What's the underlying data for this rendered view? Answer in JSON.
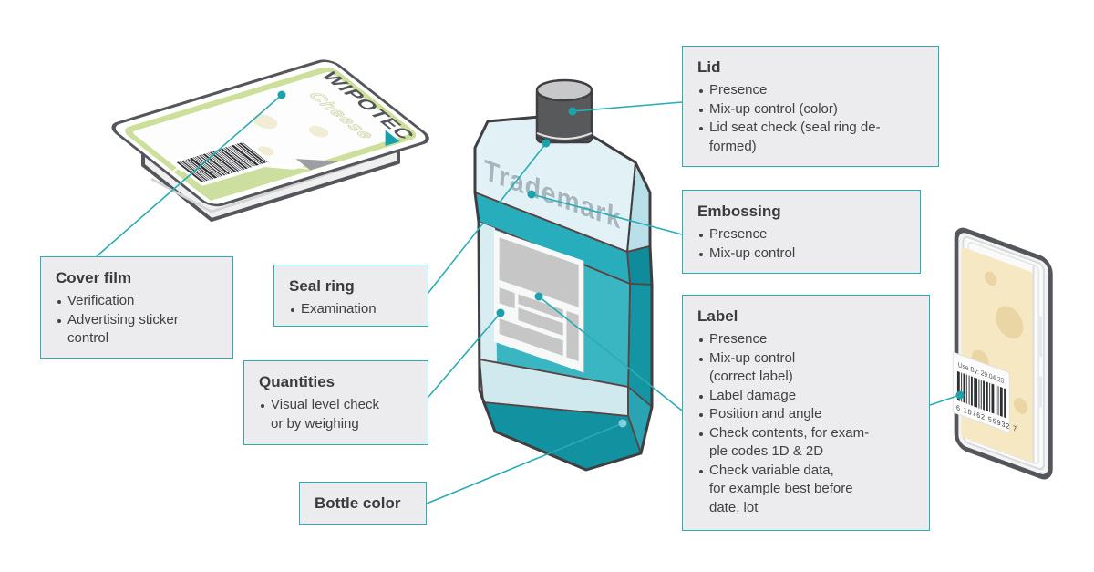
{
  "colors": {
    "accent": "#29acb4",
    "box_bg": "#ececee",
    "text": "#414042",
    "bottle_teal": "#3ab6c3",
    "bottle_dark_teal": "#1291a1",
    "bottle_light": "#e2f1f5",
    "cap_gray": "#58595b",
    "tray_green": "#ccdf9b",
    "cheese_yellow": "#f6e8c3"
  },
  "callouts": {
    "cover_film": {
      "title": "Cover film",
      "bullets": [
        "Verification",
        "Advertising sticker\ncontrol"
      ]
    },
    "seal_ring": {
      "title": "Seal ring",
      "bullets": [
        "Examination"
      ]
    },
    "quantities": {
      "title": "Quantities",
      "bullets": [
        "Visual level check\nor by weighing"
      ]
    },
    "bottle_color": {
      "title": "Bottle color",
      "bullets": []
    },
    "lid": {
      "title": "Lid",
      "bullets": [
        "Presence",
        "Mix-up control (color)",
        "Lid seat check (seal ring de-\nformed)"
      ]
    },
    "embossing": {
      "title": "Embossing",
      "bullets": [
        "Presence",
        "Mix-up control"
      ]
    },
    "label": {
      "title": "Label",
      "bullets": [
        "Presence",
        "Mix-up control\n(correct label)",
        "Label damage",
        "Position and angle",
        "Check contents, for exam-\nple codes 1D & 2D",
        "Check variable data,\nfor example best before\ndate, lot"
      ]
    }
  },
  "tray": {
    "brand": "WIPOTEC",
    "product": "Cheese"
  },
  "bottle": {
    "embossed_text": "Trademark"
  },
  "pack": {
    "date_label": "Use By: 29.04.23",
    "barcode_digits": "6 10762 56932 7"
  }
}
